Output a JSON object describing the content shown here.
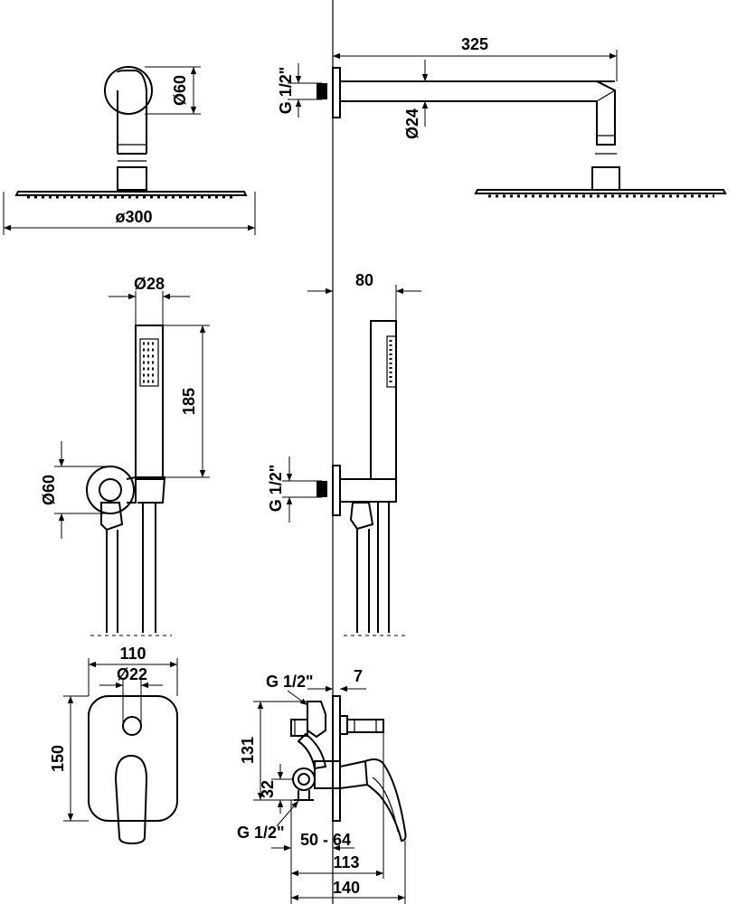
{
  "labels": {
    "d60_top": "Ø60",
    "d300": "ø300",
    "l325": "325",
    "g12_top": "G 1/2\"",
    "d24": "Ø24",
    "d28": "Ø28",
    "l185": "185",
    "d60_mid": "Ø60",
    "l80": "80",
    "g12_mid": "G 1/2\"",
    "l110": "110",
    "d22": "Ø22",
    "l150": "150",
    "g12_bot_a": "G 1/2\"",
    "l7": "7",
    "l131": "131",
    "l32": "32",
    "g12_bot_b": "G 1/2\"",
    "l50_64": "50 - 64",
    "l113": "113",
    "l140": "140"
  }
}
